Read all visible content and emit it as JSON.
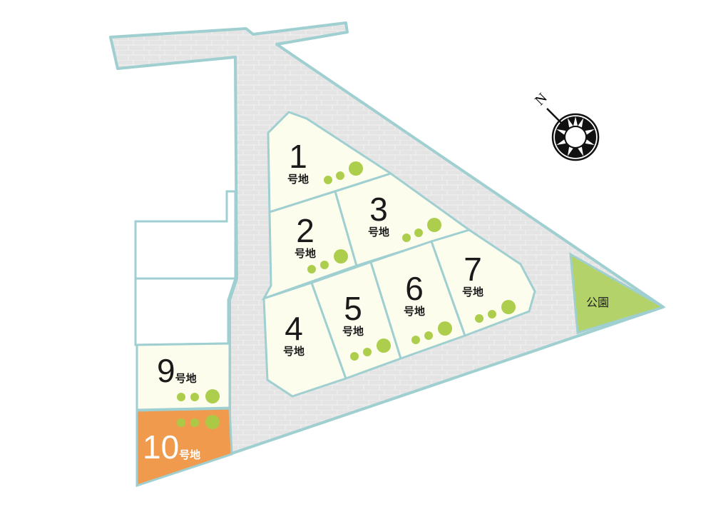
{
  "lots": [
    {
      "number": "1",
      "suffix": "号地"
    },
    {
      "number": "2",
      "suffix": "号地"
    },
    {
      "number": "3",
      "suffix": "号地"
    },
    {
      "number": "4",
      "suffix": "号地"
    },
    {
      "number": "5",
      "suffix": "号地"
    },
    {
      "number": "6",
      "suffix": "号地"
    },
    {
      "number": "7",
      "suffix": "号地"
    },
    {
      "number": "9",
      "suffix": "号地"
    },
    {
      "number": "10",
      "suffix": "号地"
    }
  ],
  "park": {
    "label": "公園"
  },
  "compass": {
    "north_label": "N"
  },
  "colors": {
    "road": "#e6e6e6",
    "border": "#9fcfd0",
    "lot": "#fdfdee",
    "highlight_lot": "#f09a4e",
    "park": "#b3d36a",
    "tree": "#a9cc45"
  }
}
